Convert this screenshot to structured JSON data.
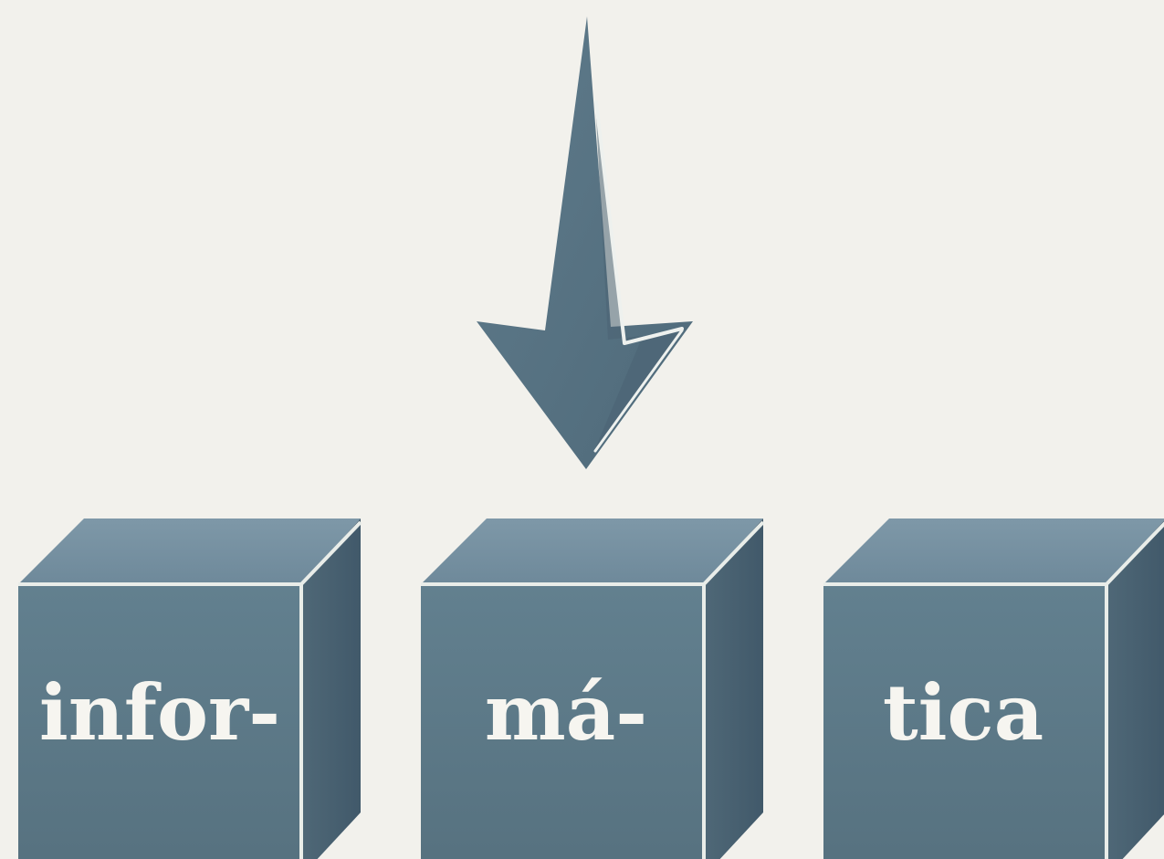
{
  "diagram": {
    "palette": {
      "background": "#f2f1ec",
      "block_front": "#5f7b8c",
      "block_top": "#7892a2",
      "block_side": "#4b6473",
      "edge_highlight": "#e9ede9",
      "arrow": "#5a7585"
    },
    "arrow": {
      "icon": "down-arrow-icon",
      "points_to_block_index": 1
    },
    "blocks": [
      {
        "label": "infor-"
      },
      {
        "label": "má-"
      },
      {
        "label": "tica"
      }
    ]
  }
}
